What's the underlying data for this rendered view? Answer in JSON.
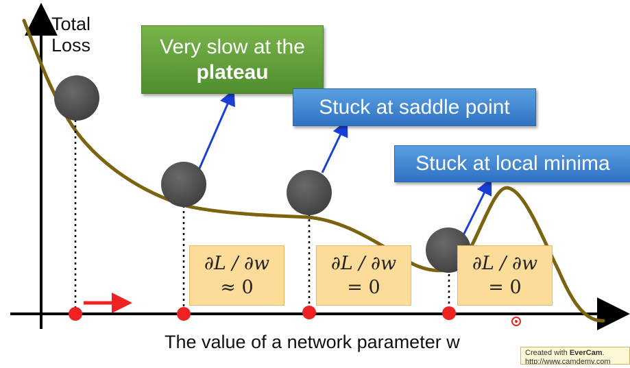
{
  "axes": {
    "y_label_line1": "Total",
    "y_label_line2": "Loss",
    "x_label": "The value of a network parameter w"
  },
  "callouts": {
    "plateau_line1": "Very slow at the",
    "plateau_line2": "plateau",
    "saddle": "Stuck at saddle point",
    "local_minima": "Stuck at local minima"
  },
  "gradient_boxes": [
    {
      "expr": "∂L / ∂w",
      "value": "≈ 0"
    },
    {
      "expr": "∂L / ∂w",
      "value": "= 0"
    },
    {
      "expr": "∂L / ∂w",
      "value": "= 0"
    }
  ],
  "watermark": {
    "prefix": "Created with ",
    "brand": "EverCam",
    "suffix": ".",
    "url": "http://www.camdemy.com"
  },
  "colors": {
    "curve": "#7a6410",
    "ball": "#555555",
    "point": "#ee2222",
    "arrow_blue": "#1a3fd6",
    "callout_green": "#5a9a3a",
    "callout_blue": "#3a84d4",
    "box_fill": "#fddc99"
  }
}
